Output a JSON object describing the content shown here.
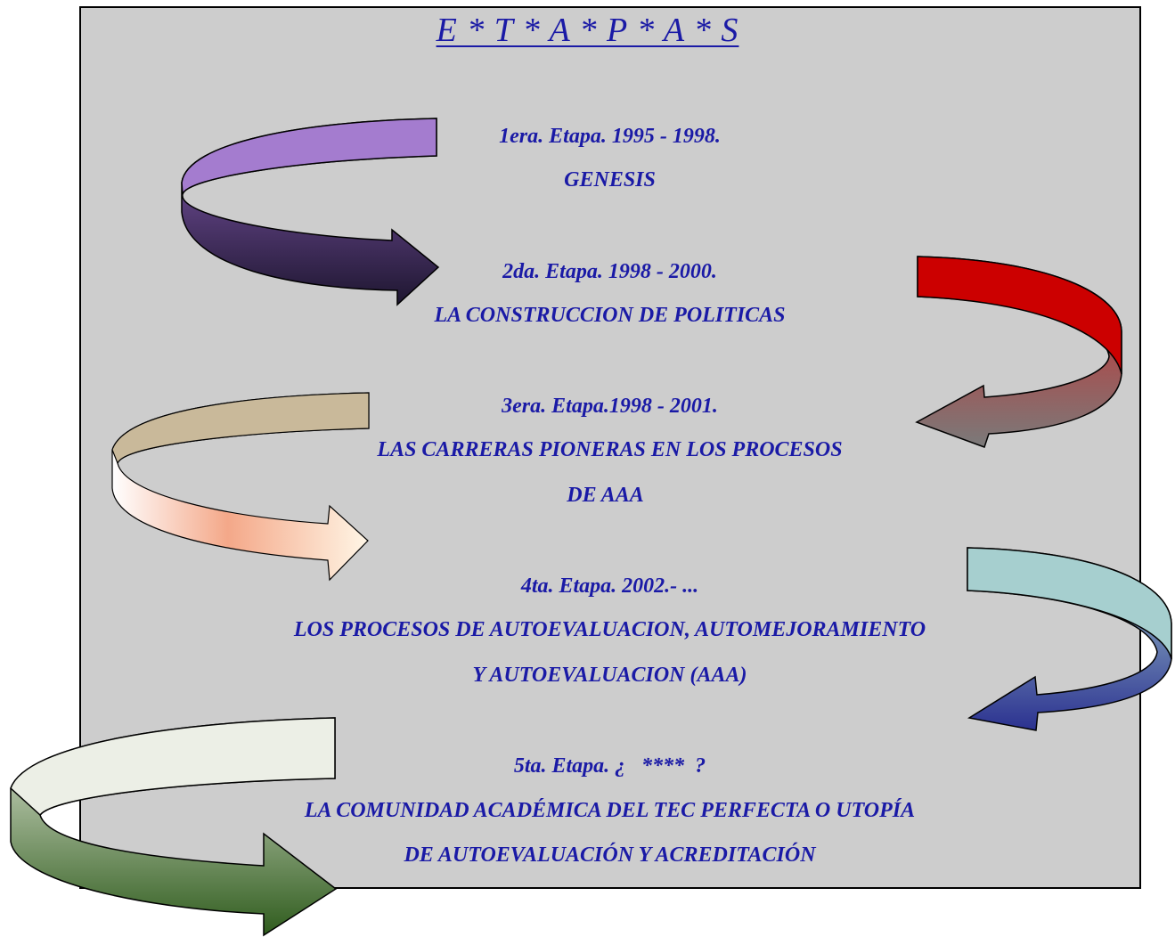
{
  "title": "E * T * A * P * A * S",
  "stages": [
    {
      "heading": "1era. Etapa. 1995 - 1998.",
      "lines": [
        "GENESIS"
      ]
    },
    {
      "heading": "2da. Etapa. 1998 - 2000.",
      "lines": [
        "LA CONSTRUCCION DE POLITICAS"
      ]
    },
    {
      "heading": "3era. Etapa.1998 - 2001.",
      "lines": [
        "LAS CARRERAS PIONERAS EN LOS PROCESOS",
        "DE AAA"
      ]
    },
    {
      "heading": "4ta. Etapa. 2002.- ...",
      "lines": [
        "LOS PROCESOS DE AUTOEVALUACION, AUTOMEJORAMIENTO",
        "Y AUTOEVALUACION (AAA)"
      ]
    },
    {
      "heading": "5ta. Etapa. ¿   ****  ?",
      "lines": [
        "LA COMUNIDAD ACADÉMICA DEL TEC PERFECTA O UTOPÍA",
        "DE AUTOEVALUACIÓN Y ACREDITACIÓN"
      ]
    }
  ],
  "colors": {
    "panel": "#cdcdcd",
    "text": "#1a1aa6",
    "arrow_purple": "#a47ccf",
    "arrow_red": "#cc0000",
    "arrow_tan": "#c9b99a",
    "arrow_teal": "#a6cfcf",
    "arrow_green": "#3e6b2e"
  }
}
